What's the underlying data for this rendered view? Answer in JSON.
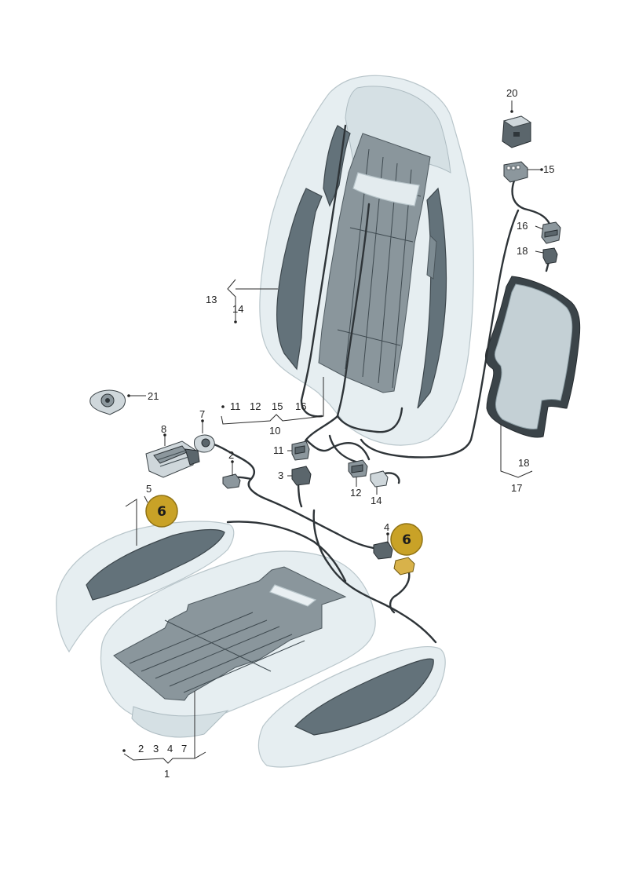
{
  "diagram": {
    "callouts": {
      "c1": "1",
      "c2a": "2",
      "c3a": "3",
      "c4a": "4",
      "c7a": "7",
      "c2": "2",
      "c3": "3",
      "c4": "4",
      "c5": "5",
      "c7": "7",
      "c8": "8",
      "c10": "10",
      "c11a": "11",
      "c12a": "12",
      "c15a": "15",
      "c16a": "16",
      "c11": "11",
      "c12": "12",
      "c13": "13",
      "c14a": "14",
      "c14": "14",
      "c15": "15",
      "c16": "16",
      "c17": "17",
      "c18a": "18",
      "c18": "18",
      "c20": "20",
      "c21": "21"
    },
    "badges": {
      "left": "6",
      "right": "6"
    },
    "colors": {
      "badge_fill": "#c9a227",
      "badge_stroke": "#8f7214",
      "connector_highlight": "#d8b24a"
    }
  }
}
